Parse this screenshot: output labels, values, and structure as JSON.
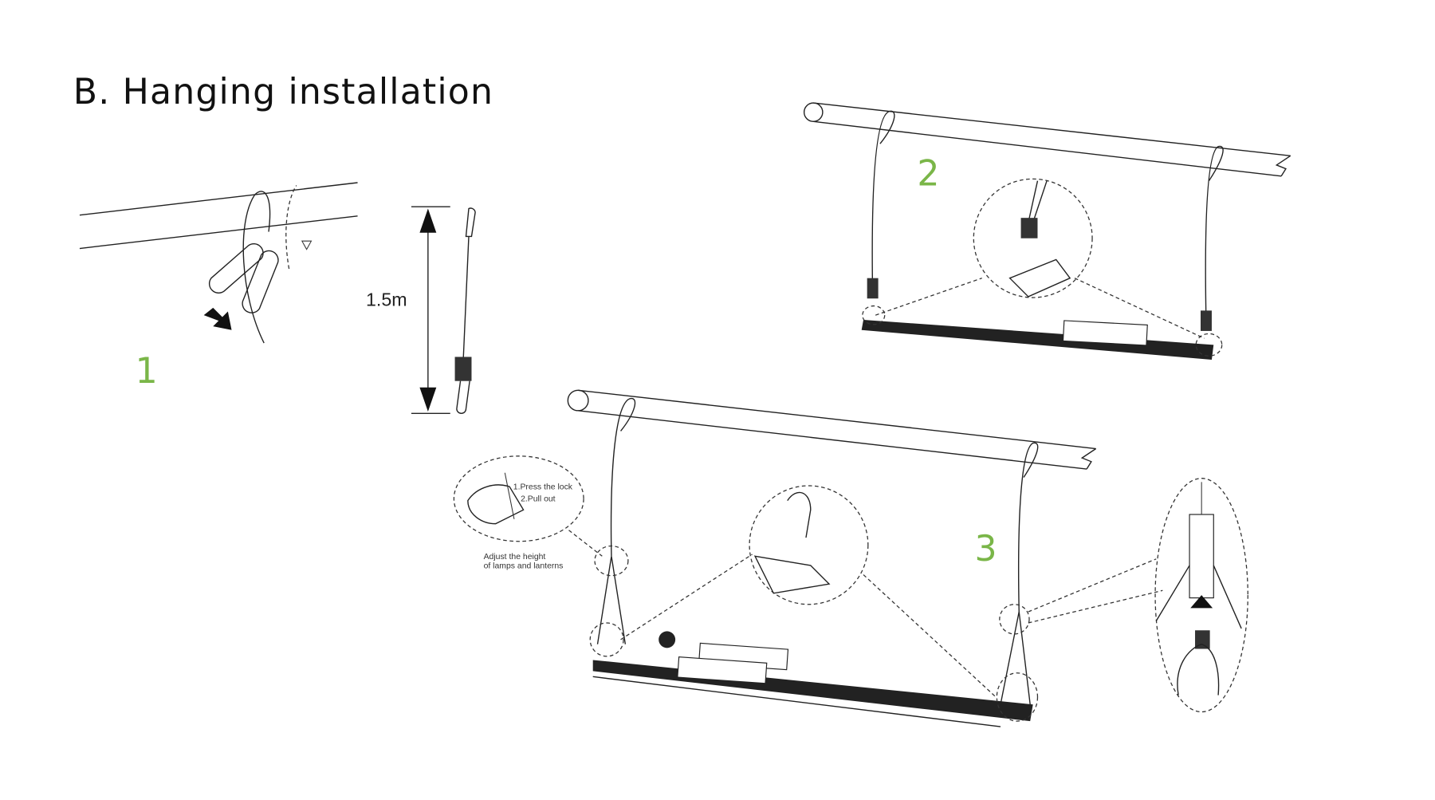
{
  "title": "B. Hanging installation",
  "steps": {
    "one": "1",
    "two": "2",
    "three": "3"
  },
  "measurement": "1.5m",
  "callout": {
    "press": "1.Press the lock",
    "pull": "2.Pull out",
    "adjust_line1": "Adjust the height",
    "adjust_line2": "of lamps and lanterns"
  },
  "colors": {
    "step_number": "#7ab648",
    "line": "#222222"
  }
}
